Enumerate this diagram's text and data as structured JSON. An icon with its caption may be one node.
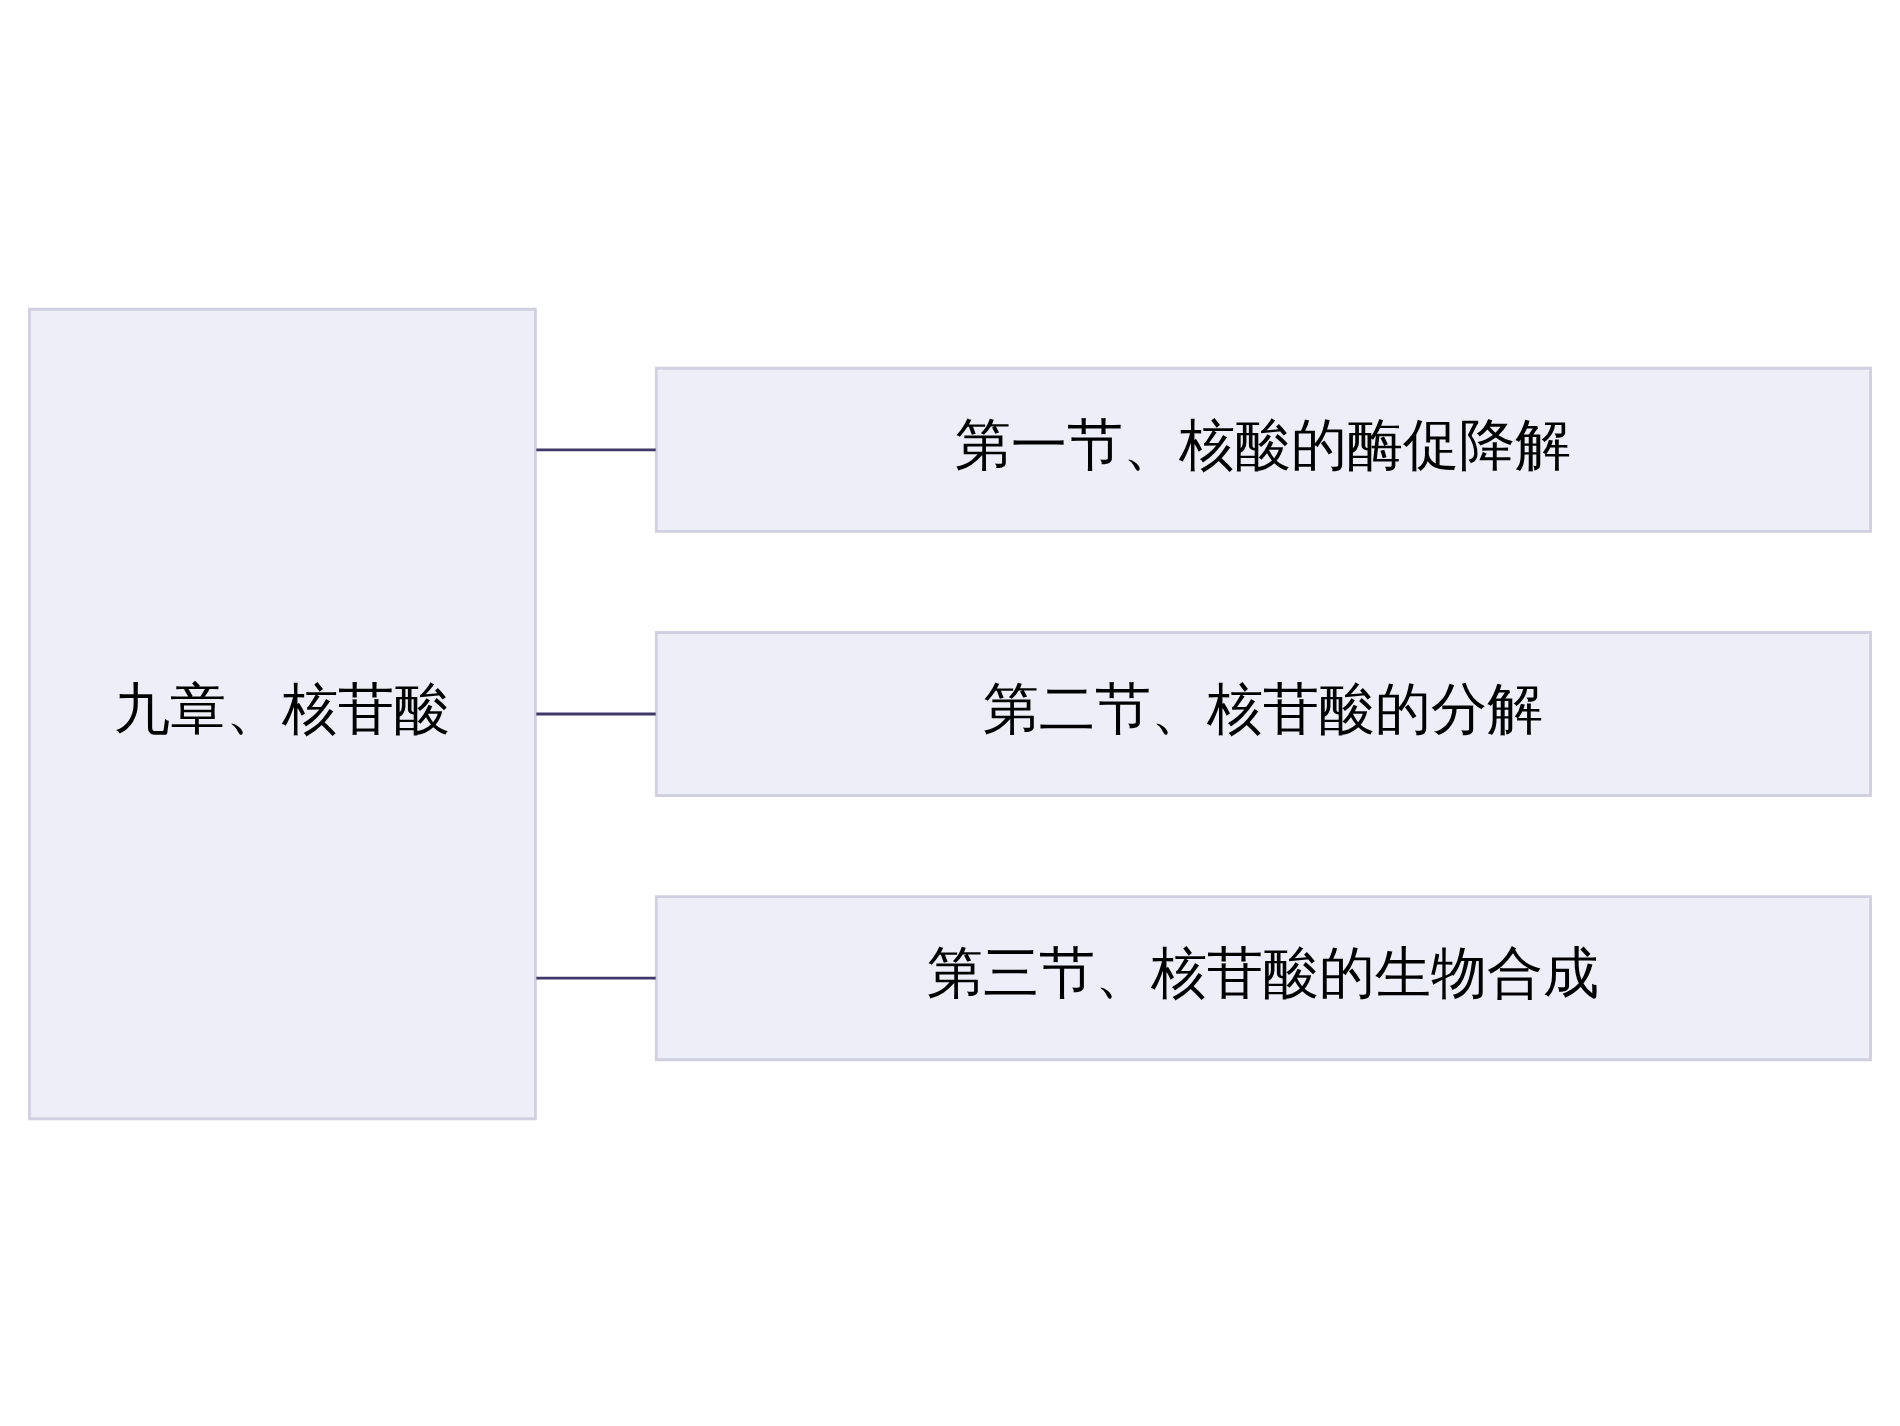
{
  "diagram": {
    "nodes": [
      {
        "text": [
          "九章、核苷酸"
        ]
      },
      {
        "text": [
          "第一节、核酸的酶促降解"
        ]
      },
      {
        "text": [
          "第二节、核苷酸的分解"
        ]
      },
      {
        "text": [
          "第三节、核苷酸的生物合成"
        ]
      }
    ],
    "edges": [
      {
        "from": 0,
        "to": 1,
        "arrow": "none"
      },
      {
        "from": 0,
        "to": 2,
        "arrow": "none"
      },
      {
        "from": 0,
        "to": 3,
        "arrow": "none"
      }
    ]
  }
}
